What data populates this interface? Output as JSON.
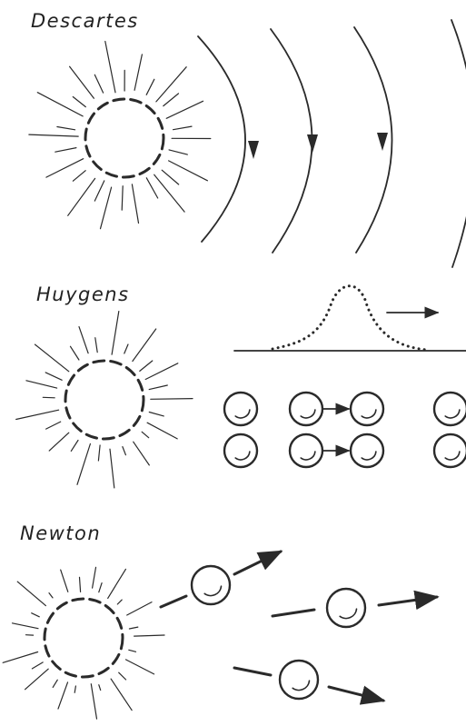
{
  "panels": [
    {
      "id": "descartes",
      "label": "Descartes"
    },
    {
      "id": "huygens",
      "label": "Huygens"
    },
    {
      "id": "newton",
      "label": "Newton"
    }
  ],
  "colors": {
    "ink": "#2a2a2a",
    "paper": "#ffffff"
  },
  "icons": {
    "source": "radiating-sun-icon",
    "particle": "ball-icon",
    "arrow": "arrowhead-icon"
  }
}
